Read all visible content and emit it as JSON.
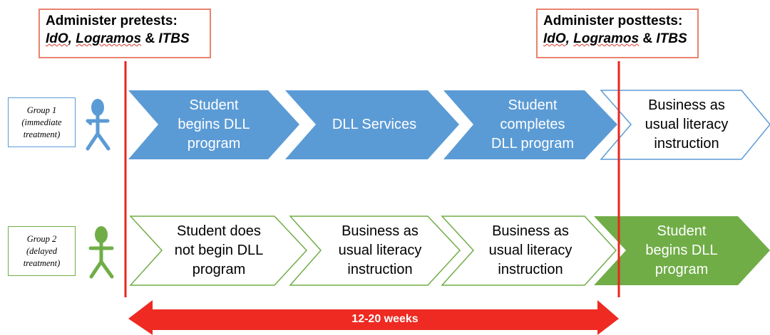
{
  "pretest": {
    "title": "Administer pretests:",
    "tests": [
      "IdO",
      "Logramos",
      "ITBS"
    ],
    "sep1": ",",
    "sep2": "&"
  },
  "posttest": {
    "title": "Administer posttests:",
    "tests": [
      "IdO",
      "Logramos",
      "ITBS"
    ],
    "sep1": ",",
    "sep2": "&"
  },
  "groups": [
    {
      "label_line1": "Group 1",
      "label_line2": "(immediate",
      "label_line3": "treatment)",
      "color": "#5b9bd5",
      "steps": [
        {
          "line1": "Student",
          "line2": "begins DLL",
          "line3": "program",
          "style": "filled"
        },
        {
          "line1": "DLL Services",
          "line2": "",
          "line3": "",
          "style": "filled"
        },
        {
          "line1": "Student",
          "line2": "completes",
          "line3": "DLL program",
          "style": "filled"
        },
        {
          "line1": "Business as",
          "line2": "usual literacy",
          "line3": "instruction",
          "style": "outline"
        }
      ]
    },
    {
      "label_line1": "Group 2",
      "label_line2": "(delayed",
      "label_line3": "treatment)",
      "color": "#70ad47",
      "steps": [
        {
          "line1": "Student does",
          "line2": "not begin DLL",
          "line3": "program",
          "style": "outline"
        },
        {
          "line1": "Business as",
          "line2": "usual literacy",
          "line3": "instruction",
          "style": "outline"
        },
        {
          "line1": "Business as",
          "line2": "usual literacy",
          "line3": "instruction",
          "style": "outline"
        },
        {
          "line1": "Student",
          "line2": "begins DLL",
          "line3": "program",
          "style": "filled"
        }
      ]
    }
  ],
  "duration_label": "12-20 weeks",
  "colors": {
    "marker_line": "#e8261f",
    "duration_arrow": "#ee2a22",
    "box_border": "#e8836e",
    "group1": "#5b9bd5",
    "group2": "#70ad47"
  }
}
